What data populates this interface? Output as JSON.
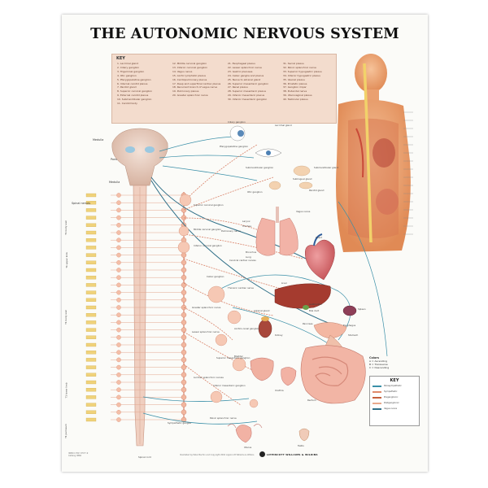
{
  "title": "THE AUTONOMIC NERVOUS SYSTEM",
  "key": {
    "heading": "KEY",
    "columns": [
      [
        "1. Lacrimal gland",
        "2. Ciliary ganglion",
        "3. Trigeminal ganglion",
        "4. Otic ganglion",
        "5. Pterygopalatine ganglion",
        "6. Internal carotid plexus",
        "7. Parotid gland",
        "8. Superior cervical ganglion",
        "9. External carotid plexus",
        "10. Submandibular ganglion",
        "11. Carotid body"
      ],
      [
        "12. Middle cervical ganglion",
        "13. Inferior cervical ganglion",
        "14. Vagus nerve",
        "15. Aortic lymphatic plexus",
        "16. Cardiopulmonary plexus",
        "17. Deep and superficial cardiac plexus",
        "18. Recurrent branch of vagus nerve",
        "19. Pulmonary plexus",
        "20. Greater splanchnic nerve"
      ],
      [
        "21. Esophageal plexus",
        "22. Lesser splanchnic nerve",
        "23. Gastric plexuses",
        "24. Celiac ganglia and plexus",
        "25. Nerve to adrenal gland",
        "26. Superior mesenteric ganglion",
        "27. Renal plexus",
        "28. Superior mesenteric plexus",
        "29. Inferior mesenteric plexus",
        "30. Inferior mesenteric ganglion"
      ],
      [
        "31. Sacral plexus",
        "32. Pelvic splanchnic nerve",
        "33. Superior hypogastric plexus",
        "34. Inferior hypogastric plexus",
        "35. Vesical plexus",
        "36. Prostatic plexus",
        "37. Ganglion impar",
        "38. Pudendal nerve",
        "39. Uterovaginal plexus",
        "40. Testicular plexus"
      ]
    ]
  },
  "labels": {
    "medulla": "Medulla",
    "pons": "Pons",
    "medulla2": "Medulla",
    "spinal_nerves": "Spinal nerves",
    "ciliary": "Ciliary ganglion",
    "lacrimal": "Lacrimal gland",
    "pterygo": "Pterygopalatine ganglion",
    "submand_g": "Submandibular ganglion",
    "submand_gl": "Submandibular gland",
    "sublingual": "Sublingual gland",
    "otic": "Otic ganglion",
    "parotid": "Parotid gland",
    "vagus": "Vagus nerve",
    "sup_cerv": "Superior cervical ganglion",
    "mid_cerv": "Middle cervical ganglion",
    "inf_cerv": "Inferior cervical ganglion",
    "pulm_nerve": "Pulmonary nerve",
    "larynx": "Larynx",
    "trachea": "Trachea",
    "bronchus": "Bronchus",
    "lung": "Lung",
    "heart": "Heart",
    "cardiac": "Cervical cardiac nerves",
    "thoracic_cardiac": "Thoracic cardiac nerve",
    "liver": "Liver",
    "gallbladder": "Gallbladder",
    "bile_duct": "Bile duct",
    "spleen": "Spleen",
    "stomach": "Stomach",
    "pancreas": "Pancreas",
    "esophagus": "Esophagus",
    "celiac": "Celiac ganglion",
    "greater_spl": "Greater splanchnic nerve",
    "lesser_spl": "Lesser splanchnic nerve",
    "adrenal": "Adrenal gland",
    "kidney": "Kidney",
    "aortico": "Aortico-renal ganglion",
    "sup_mes": "Superior mesenteric ganglion",
    "lumbar_spl": "Lumbar splanchnic nerves",
    "inf_mes": "Inferior mesenteric ganglion",
    "bladder": "Bladder",
    "urethra": "Urethra",
    "rectum": "Rectum",
    "uterus": "Uterus",
    "testis": "Testis",
    "pelvic_spl": "Pelvic splanchnic nerve",
    "sympathetic": "Sympathetic ganglia",
    "spinal_cord": "Spinal cord"
  },
  "spine_regions": [
    "T1 body wall",
    "T1 upper limb",
    "T1 body wall",
    "T1 lower limb",
    "T1 perineum"
  ],
  "colors_box": {
    "title": "Colors",
    "lines": [
      "A = Ascending",
      "B = Transverse",
      "C = Descending"
    ]
  },
  "legend": {
    "title": "KEY",
    "rows": [
      {
        "label": "Parasympathetic",
        "color": "#3a8fa8"
      },
      {
        "label": "Sympathetic",
        "color": "#e08a6a"
      },
      {
        "label": "Preganglionic",
        "color": "#c5603c"
      },
      {
        "label": "Postganglionic",
        "color": "#e9a98c"
      },
      {
        "label": "Vagus nerve",
        "color": "#2f6f88"
      }
    ]
  },
  "logo_text": "LIPPINCOTT WILLIAMS & WILKINS",
  "copyright": "Illustrated by Peter Bachin and Copyright 2002 Lippincott Williams & Wilkins",
  "cat_code": [
    "ISBN 0-7817-3577-9",
    "Catalog 9866"
  ]
}
